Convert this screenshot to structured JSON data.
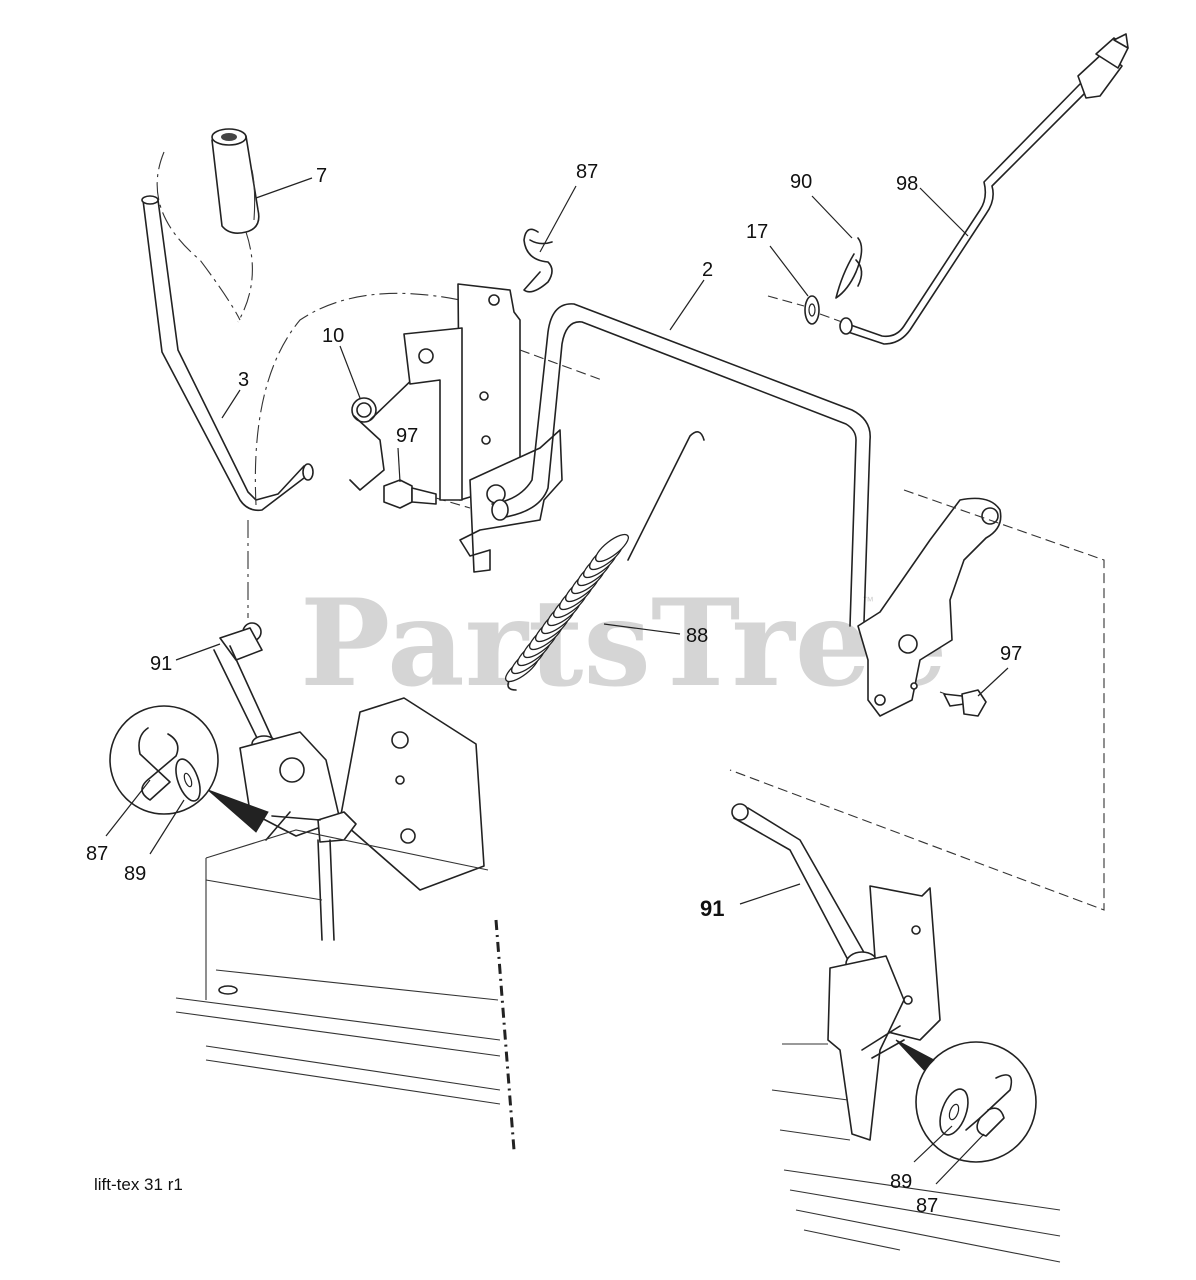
{
  "watermark": {
    "text": "PartsTree",
    "mark": "™"
  },
  "caption": "lift-tex  31  r1",
  "callouts": [
    {
      "id": "c7",
      "label": "7"
    },
    {
      "id": "c87-top",
      "label": "87"
    },
    {
      "id": "c90",
      "label": "90"
    },
    {
      "id": "c98",
      "label": "98"
    },
    {
      "id": "c17",
      "label": "17"
    },
    {
      "id": "c2",
      "label": "2"
    },
    {
      "id": "c10",
      "label": "10"
    },
    {
      "id": "c3",
      "label": "3"
    },
    {
      "id": "c97-left",
      "label": "97"
    },
    {
      "id": "c88",
      "label": "88"
    },
    {
      "id": "c97-right",
      "label": "97"
    },
    {
      "id": "c91-left",
      "label": "91"
    },
    {
      "id": "c87-left",
      "label": "87"
    },
    {
      "id": "c89-left",
      "label": "89"
    },
    {
      "id": "c91-right",
      "label": "91"
    },
    {
      "id": "c89-right",
      "label": "89"
    },
    {
      "id": "c87-right",
      "label": "87"
    }
  ],
  "icons": {
    "grip": "handle-grip-icon",
    "spring": "extension-spring-icon",
    "clip": "hairpin-clip-icon",
    "washer": "washer-icon",
    "bolt": "shoulder-bolt-icon"
  }
}
